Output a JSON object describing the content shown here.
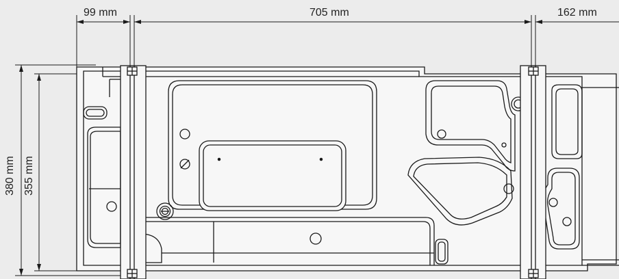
{
  "dimensions": {
    "left_overhang": "99 mm",
    "rail_spacing": "705 mm",
    "right_overhang": "162 mm",
    "total_height": "380 mm",
    "inner_height": "355 mm"
  },
  "colors": {
    "background": "#ececec",
    "line": "#1a1a1a",
    "fill": "#f7f7f7"
  }
}
